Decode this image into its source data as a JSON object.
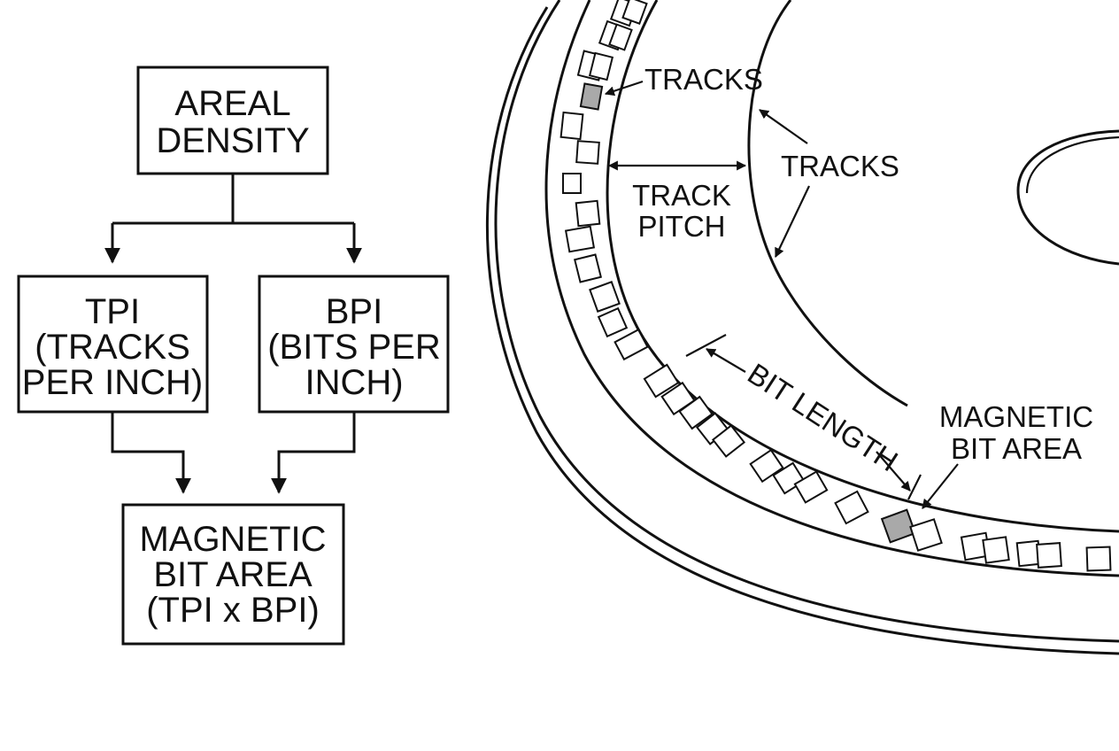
{
  "flowchart": {
    "areal_density": [
      "AREAL",
      "DENSITY"
    ],
    "tpi": [
      "TPI",
      "(TRACKS",
      "PER INCH)"
    ],
    "bpi": [
      "BPI",
      "(BITS PER",
      "INCH)"
    ],
    "bit_area": [
      "MAGNETIC",
      "BIT AREA",
      "(TPI x BPI)"
    ]
  },
  "platter": {
    "tracks_label_top": "TRACKS",
    "tracks_label_right": "TRACKS",
    "track_pitch": [
      "TRACK",
      "PITCH"
    ],
    "bit_length": "BIT LENGTH",
    "magnetic_bit_area": [
      "MAGNETIC",
      "BIT AREA"
    ]
  },
  "colors": {
    "line": "#111111",
    "highlighted_bit": "#a9a9a9",
    "background": "#ffffff"
  }
}
